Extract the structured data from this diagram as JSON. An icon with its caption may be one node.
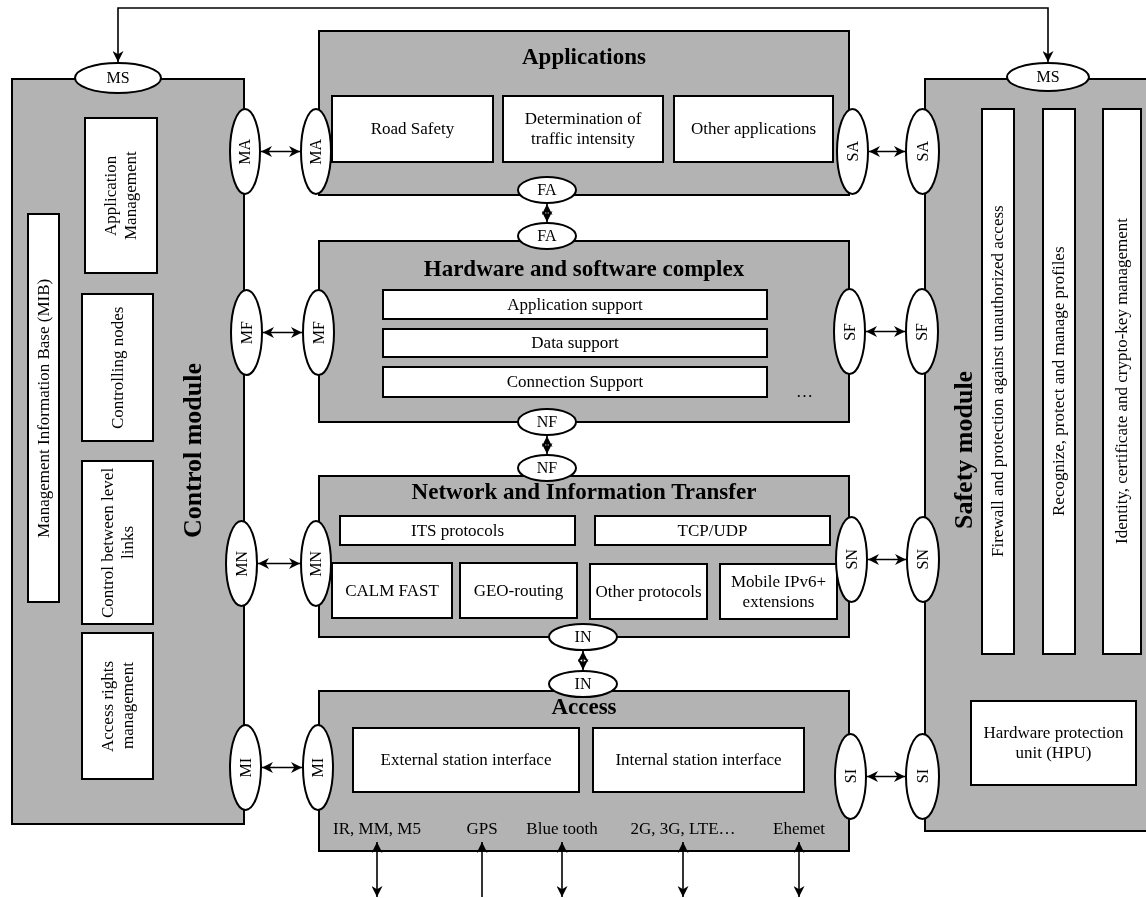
{
  "diagram": {
    "nodes": [
      {
        "text": [
          "Control module"
        ]
      },
      {
        "text": [
          "MS"
        ]
      },
      {
        "text": [
          "Application Management"
        ],
        "in": 0
      },
      {
        "text": [
          "Management Information Base (MIB)"
        ],
        "in": 0
      },
      {
        "text": [
          "Controlling nodes"
        ],
        "in": 0
      },
      {
        "text": [
          "Control between level links"
        ],
        "in": 0
      },
      {
        "text": [
          "Access rights management"
        ],
        "in": 0
      },
      {
        "text": [
          "MA"
        ]
      },
      {
        "text": [
          "MF"
        ]
      },
      {
        "text": [
          "MN"
        ]
      },
      {
        "text": [
          "MI"
        ]
      },
      {
        "text": [
          "Applications"
        ]
      },
      {
        "text": [
          "MA"
        ]
      },
      {
        "text": [
          "Road Safety"
        ],
        "in": 11
      },
      {
        "text": [
          "Determination of traffic intensity"
        ],
        "in": 11
      },
      {
        "text": [
          "Other applications"
        ],
        "in": 11
      },
      {
        "text": [
          "SA"
        ]
      },
      {
        "text": [
          "FA"
        ]
      },
      {
        "text": [
          "FA"
        ]
      },
      {
        "text": [
          "Hardware and software complex",
          "…"
        ]
      },
      {
        "text": [
          "MF"
        ]
      },
      {
        "text": [
          "Application support"
        ],
        "in": 19
      },
      {
        "text": [
          "Data support"
        ],
        "in": 19
      },
      {
        "text": [
          "Connection Support"
        ],
        "in": 19
      },
      {
        "text": [
          "SF"
        ]
      },
      {
        "text": [
          "NF"
        ]
      },
      {
        "text": [
          "NF"
        ]
      },
      {
        "text": [
          "Network and Information Transfer"
        ]
      },
      {
        "text": [
          "MN"
        ]
      },
      {
        "text": [
          "ITS protocols"
        ],
        "in": 27
      },
      {
        "text": [
          "TCP/UDP"
        ],
        "in": 27
      },
      {
        "text": [
          "CALM FAST"
        ],
        "in": 27
      },
      {
        "text": [
          "GEO-routing"
        ],
        "in": 27
      },
      {
        "text": [
          "Other protocols"
        ],
        "in": 27
      },
      {
        "text": [
          "Mobile IPv6+ extensions"
        ],
        "in": 27
      },
      {
        "text": [
          "SN"
        ]
      },
      {
        "text": [
          "IN"
        ]
      },
      {
        "text": [
          "IN"
        ]
      },
      {
        "text": [
          "Access"
        ]
      },
      {
        "text": [
          "MI"
        ]
      },
      {
        "text": [
          "External station interface"
        ],
        "in": 38
      },
      {
        "text": [
          "Internal station interface"
        ],
        "in": 38
      },
      {
        "text": [
          "SI"
        ]
      },
      {
        "text": [
          "IR, MM, M5"
        ],
        "in": 38
      },
      {
        "text": [
          "GPS"
        ],
        "in": 38
      },
      {
        "text": [
          "Blue tooth"
        ],
        "in": 38
      },
      {
        "text": [
          "2G, 3G, LTE…"
        ],
        "in": 38
      },
      {
        "text": [
          "Ehemet"
        ],
        "in": 38
      },
      {
        "text": [
          "Safety module"
        ]
      },
      {
        "text": [
          "MS"
        ]
      },
      {
        "text": [
          "SA"
        ]
      },
      {
        "text": [
          "SF"
        ]
      },
      {
        "text": [
          "SN"
        ]
      },
      {
        "text": [
          "SI"
        ]
      },
      {
        "text": [
          "Firewall and protection against unauthorized access"
        ],
        "in": 48
      },
      {
        "text": [
          "Recognize, protect and manage profiles"
        ],
        "in": 48
      },
      {
        "text": [
          "Identity, certificate and crypto-key management"
        ],
        "in": 48
      },
      {
        "text": [
          "Hardware protection unit (HPU)"
        ],
        "in": 48
      }
    ],
    "edges": [
      {
        "from": 1,
        "to": 49,
        "arrow": "both"
      },
      {
        "from": 7,
        "to": 12,
        "arrow": "both"
      },
      {
        "from": 16,
        "to": 50,
        "arrow": "both"
      },
      {
        "from": 17,
        "to": 18,
        "arrow": "both"
      },
      {
        "from": 8,
        "to": 20,
        "arrow": "both"
      },
      {
        "from": 24,
        "to": 51,
        "arrow": "both"
      },
      {
        "from": 25,
        "to": 26,
        "arrow": "both"
      },
      {
        "from": 9,
        "to": 28,
        "arrow": "both"
      },
      {
        "from": 35,
        "to": 52,
        "arrow": "both"
      },
      {
        "from": 36,
        "to": 37,
        "arrow": "both"
      },
      {
        "from": 10,
        "to": 39,
        "arrow": "both"
      },
      {
        "from": 42,
        "to": 53,
        "arrow": "both"
      },
      {
        "from": null,
        "to": 43,
        "arrow": "both"
      },
      {
        "from": null,
        "to": 44,
        "arrow": "to"
      },
      {
        "from": null,
        "to": 45,
        "arrow": "both"
      },
      {
        "from": null,
        "to": 46,
        "arrow": "both"
      },
      {
        "from": null,
        "to": 47,
        "arrow": "both"
      }
    ]
  }
}
